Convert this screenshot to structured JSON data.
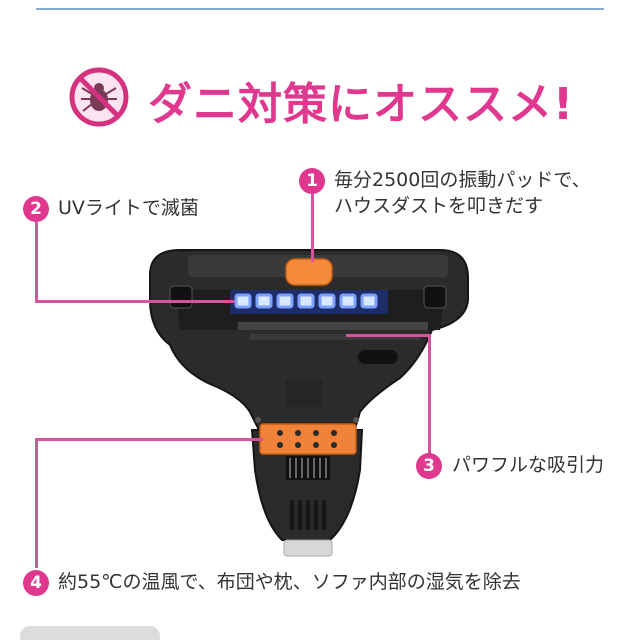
{
  "header": {
    "title": "ダニ対策にオススメ!",
    "icon": "no-mite-icon",
    "accent_color": "#e0388f"
  },
  "features": [
    {
      "number": "1",
      "line1": "毎分2500回の振動パッドで、",
      "line2": "ハウスダストを叩きだす"
    },
    {
      "number": "2",
      "line1": "UVライトで滅菌"
    },
    {
      "number": "3",
      "line1": "パワフルな吸引力"
    },
    {
      "number": "4",
      "line1": "約55℃の温風で、布団や枕、ソファ内部の湿気を除去"
    }
  ]
}
